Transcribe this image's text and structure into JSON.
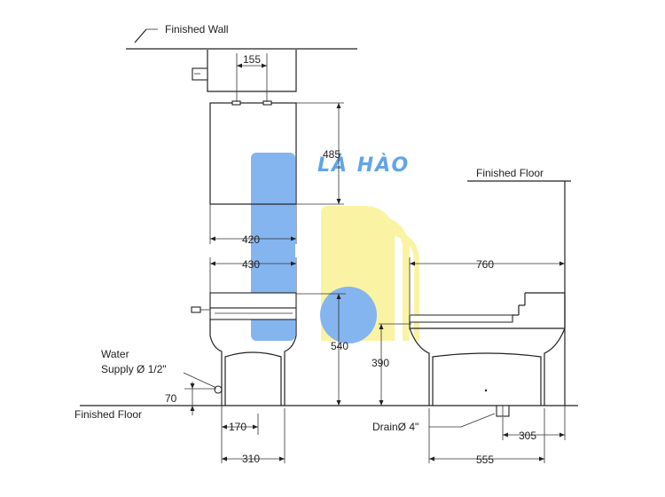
{
  "labels": {
    "finished_wall": "Finished Wall",
    "finished_floor_right": "Finished Floor",
    "finished_floor_left": "Finished Floor",
    "water_supply_line1": "Water",
    "water_supply_line2": "Supply Ø 1/2\"",
    "drain": "DrainØ 4\""
  },
  "dimensions": {
    "d155": "155",
    "d485": "485",
    "d420": "420",
    "d430": "430",
    "d760": "760",
    "d540": "540",
    "d390": "390",
    "d70": "70",
    "d170": "170",
    "d310": "310",
    "d305": "305",
    "d555": "555"
  },
  "watermark": {
    "text": "LÀ HÀO",
    "colors": {
      "blue": "#7fb2ef",
      "yellow": "#fbf3a0"
    }
  }
}
